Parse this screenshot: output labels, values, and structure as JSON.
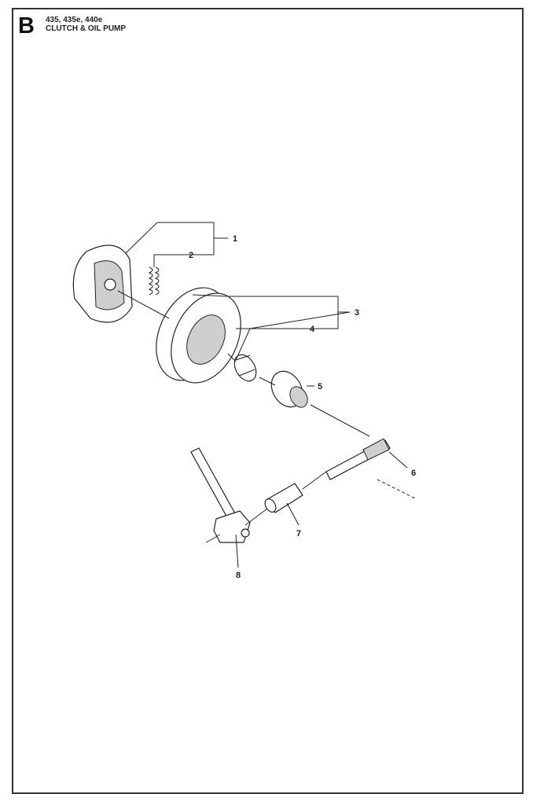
{
  "header": {
    "section": "B",
    "models": "435, 435e, 440e",
    "title": "CLUTCH & OIL PUMP"
  },
  "callouts": [
    "1",
    "2",
    "3",
    "4",
    "5",
    "6",
    "7",
    "8"
  ]
}
